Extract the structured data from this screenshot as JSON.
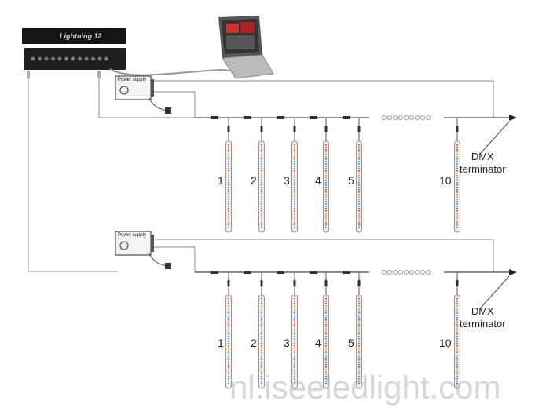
{
  "controller": {
    "model": "Lightning 12"
  },
  "power_supply": {
    "label": "Power supply"
  },
  "groups": [
    {
      "tubes": [
        "1",
        "2",
        "3",
        "4",
        "5",
        "10"
      ],
      "ellipsis": "ooooooooo",
      "terminator": [
        "DMX",
        "terminator"
      ]
    },
    {
      "tubes": [
        "1",
        "2",
        "3",
        "4",
        "5",
        "10"
      ],
      "ellipsis": "ooooooooo",
      "terminator": [
        "DMX",
        "terminator"
      ]
    }
  ],
  "watermark": "nl.iseeledlight.com",
  "colors": {
    "wire": "#888888",
    "device": "#1a1a1a",
    "led_red": "#d9534f",
    "led_blue": "#3aa0d8",
    "led_amber": "#e0a040"
  }
}
